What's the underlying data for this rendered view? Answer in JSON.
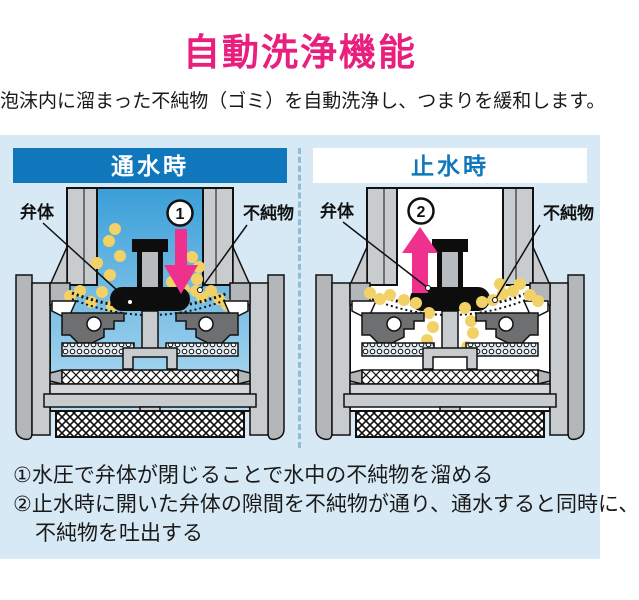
{
  "title": "自動洗浄機能",
  "subtitle": "泡沫内に溜まった不純物（ゴミ）を自動洗浄し、つまりを緩和します。",
  "colors": {
    "title_pink": "#e81f7d",
    "header_blue": "#1177bd",
    "panel_bg": "#d7e9f5",
    "water_blue": "#3a9fd8",
    "water_blue_light": "#b5dcf2",
    "arrow_pink": "#f0308d",
    "particle_yellow": "#f2d166",
    "divider_blue": "#8fbcd8"
  },
  "panels": [
    {
      "id": "flowing",
      "header": "通水時",
      "badge_number": "1",
      "label_left": "弁体",
      "label_right": "不純物"
    },
    {
      "id": "stopped",
      "header": "止水時",
      "badge_number": "2",
      "label_left": "弁体",
      "label_right": "不純物"
    }
  ],
  "notes": [
    "①水圧で弁体が閉じることで水中の不純物を溜める",
    "②止水時に開いた弁体の隙間を不純物が通り、通水すると同時に、",
    "不純物を吐出する"
  ]
}
